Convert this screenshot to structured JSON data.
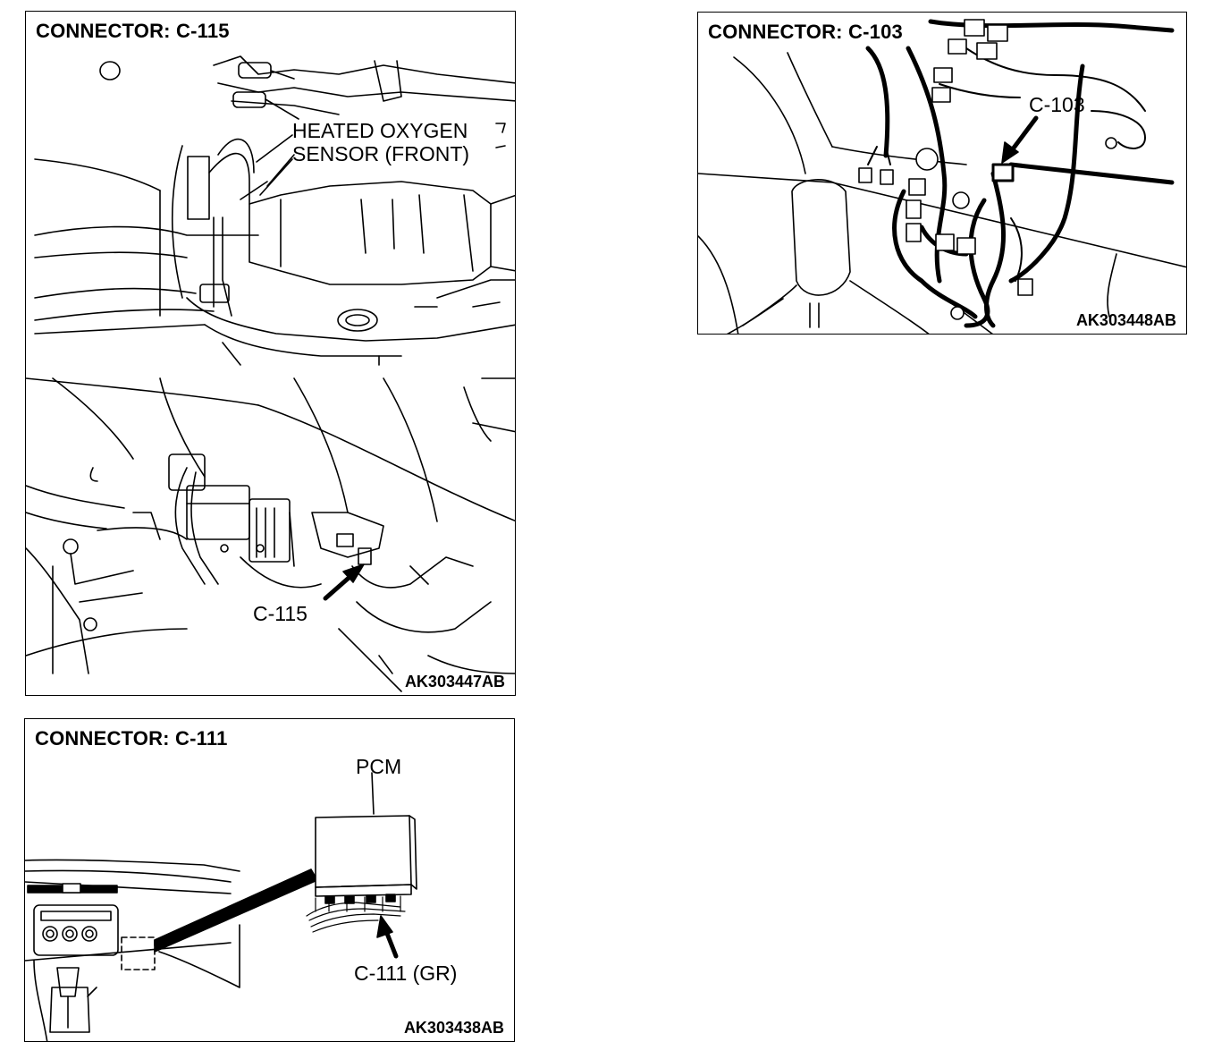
{
  "panels": {
    "c115": {
      "title": "CONNECTOR: C-115",
      "sensor_label_line1": "HEATED OXYGEN",
      "sensor_label_line2": "SENSOR (FRONT)",
      "connector_label": "C-115",
      "figure_code": "AK303447AB"
    },
    "c103": {
      "title": "CONNECTOR: C-103",
      "connector_label": "C-103",
      "figure_code": "AK303448AB"
    },
    "c111": {
      "title": "CONNECTOR: C-111",
      "module_label": "PCM",
      "connector_label": "C-111 (GR)",
      "figure_code": "AK303438AB"
    }
  }
}
